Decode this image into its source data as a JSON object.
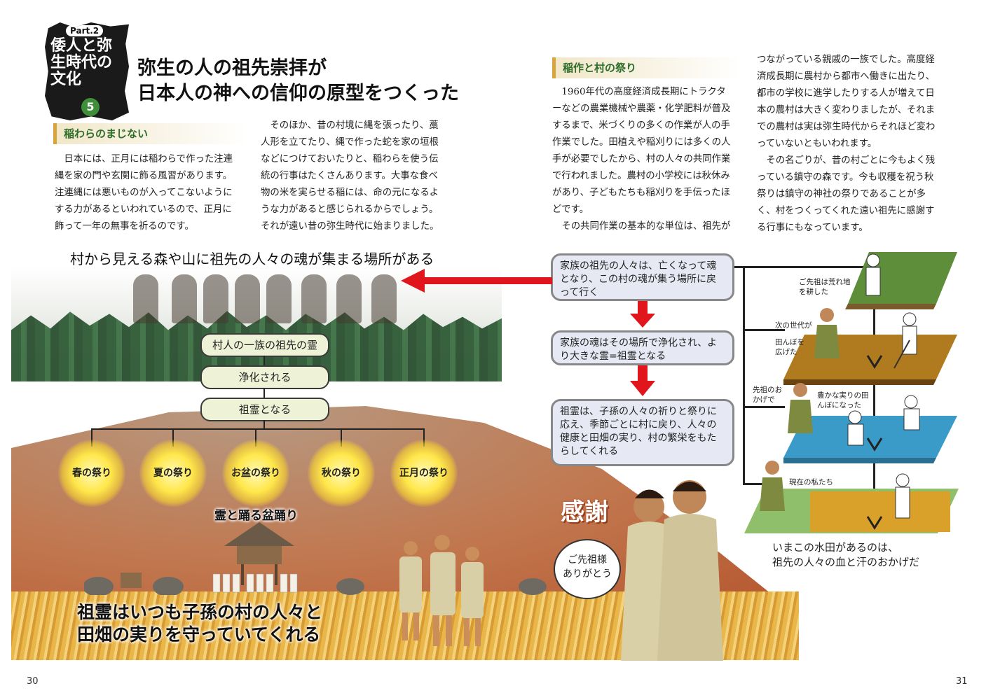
{
  "badge": {
    "part": "Part.2",
    "title": "倭人と弥生時代の文化",
    "number": "5"
  },
  "title": {
    "line1": "弥生の人の祖先崇拝が",
    "line2": "日本人の神への信仰の原型をつくった"
  },
  "section1": {
    "heading": "稲わらのまじない",
    "col1": [
      "日本には、正月には稲わらで作った注連縄を家の門や玄関に飾る風習があります。注連縄には悪いものが入ってこないようにする力があるといわれているので、正月に飾って一年の無事を祈るのです。"
    ],
    "col2": [
      "そのほか、昔の村境に縄を張ったり、藁人形を立てたり、縄で作った蛇を家の垣根などにつけておいたりと、稲わらを使う伝統の行事はたくさんあります。大事な食べ物の米を実らせる稲には、命の元になるような力があると感じられるからでしょう。それが遠い昔の弥生時代に始まりました。"
    ]
  },
  "section2": {
    "heading": "稲作と村の祭り",
    "col1": [
      "1960年代の高度経済成長期にトラクターなどの農業機械や農薬・化学肥料が普及するまで、米づくりの多くの作業が人の手作業でした。田植えや稲刈りには多くの人手が必要でしたから、村の人々の共同作業で行われました。農村の小学校には秋休みがあり、子どもたちも稲刈りを手伝ったほどです。",
      "その共同作業の基本的な単位は、祖先が"
    ],
    "col2": [
      "つながっている親戚の一族でした。高度経済成長期に農村から都市へ働きに出たり、都市の学校に進学したりする人が増えて日本の農村は大きく変わりましたが、それまでの農村は実は弥生時代からそれほど変わっていないともいわれます。",
      "その名ごりが、昔の村ごとに今もよく残っている鎮守の森です。今も収穫を祝う秋祭りは鎮守の神社の祭りであることが多く、村をつくってくれた遠い祖先に感謝する行事にもなっています。"
    ]
  },
  "illustration": {
    "caption_top": "村から見える森や山に祖先の人々の魂が集まる場所がある",
    "chain": [
      "村人の一族の祖先の霊",
      "浄化される",
      "祖霊となる"
    ],
    "festivals": [
      "春の祭り",
      "夏の祭り",
      "お盆の祭り",
      "秋の祭り",
      "正月の祭り"
    ],
    "dance": "霊と踊る盆踊り",
    "caption_bottom_1": "祖霊はいつも子孫の村の人々と",
    "caption_bottom_2": "田畑の実りを守っていてくれる",
    "thanks": "感謝",
    "bubble_1": "ご先祖様",
    "bubble_2": "ありがとう"
  },
  "flow": {
    "box1": "家族の祖先の人々は、亡くなって魂となり、この村の魂が集う場所に戻って行く",
    "box2": "家族の魂はその場所で浄化され、より大きな霊=祖霊となる",
    "box3": "祖霊は、子孫の人々の祈りと祭りに応え、季節ごとに村に戻り、人々の健康と田畑の実り、村の繁栄をもたらしてくれる"
  },
  "generations": {
    "g1": "ご先祖は荒れ地を耕した",
    "g2a": "次の世代が",
    "g2b": "田んぼを広げた",
    "g3a": "先祖のおかげで",
    "g3b": "豊かな実りの田んぼになった",
    "g4": "現在の私たち",
    "conclusion_1": "いまこの水田があるのは、",
    "conclusion_2": "祖先の人々の血と汗のおかげだ"
  },
  "pages": {
    "left": "30",
    "right": "31"
  },
  "colors": {
    "accent_green": "#2e6e2a",
    "arrow_red": "#e0161c",
    "flow_box_bg": "#e6e8f3",
    "pill_bg": "#eef2d6"
  }
}
